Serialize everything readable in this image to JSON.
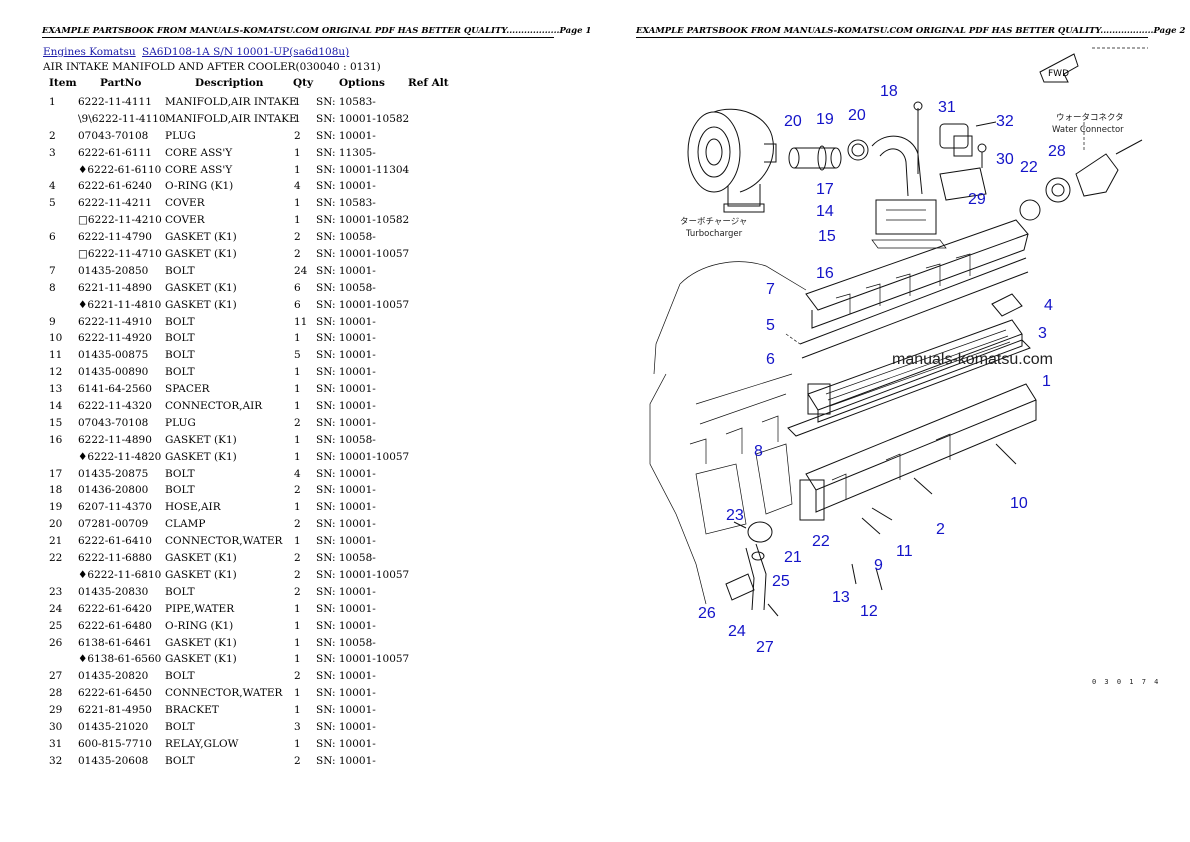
{
  "headers": {
    "page1": "EXAMPLE PARTSBOOK FROM MANUALS-KOMATSU.COM ORIGINAL PDF HAS BETTER QUALITY..................Page 1",
    "page2": "EXAMPLE PARTSBOOK FROM MANUALS-KOMATSU.COM ORIGINAL PDF HAS BETTER QUALITY..................Page 2"
  },
  "breadcrumb": {
    "link1": "Engines Komatsu",
    "link2": "SA6D108-1A S/N 10001-UP(sa6d108u)"
  },
  "section_title": "AIR INTAKE MANIFOLD AND AFTER COOLER(030040 : 0131)",
  "table": {
    "columns": {
      "item": "Item",
      "partno": "PartNo",
      "description": "Description",
      "qty": "Qty",
      "options": "Options",
      "refalt": "Ref Alt"
    },
    "rows": [
      {
        "item": "1",
        "partno": "6222-11-4111",
        "description": "MANIFOLD,AIR INTAKE",
        "qty": "1",
        "options": "SN: 10583-"
      },
      {
        "item": "",
        "partno": "\\9\\6222-11-4110",
        "description": "MANIFOLD,AIR INTAKE",
        "qty": "1",
        "options": "SN: 10001-10582"
      },
      {
        "item": "2",
        "partno": "07043-70108",
        "description": "PLUG",
        "qty": "2",
        "options": "SN: 10001-"
      },
      {
        "item": "3",
        "partno": "6222-61-6111",
        "description": "CORE ASS'Y",
        "qty": "1",
        "options": "SN: 11305-"
      },
      {
        "item": "",
        "partno": "♦6222-61-6110",
        "description": "CORE ASS'Y",
        "qty": "1",
        "options": "SN: 10001-11304"
      },
      {
        "item": "4",
        "partno": "6222-61-6240",
        "description": "O-RING (K1)",
        "qty": "4",
        "options": "SN: 10001-"
      },
      {
        "item": "5",
        "partno": "6222-11-4211",
        "description": "COVER",
        "qty": "1",
        "options": "SN: 10583-"
      },
      {
        "item": "",
        "partno": "□6222-11-4210",
        "description": "COVER",
        "qty": "1",
        "options": "SN: 10001-10582"
      },
      {
        "item": "6",
        "partno": "6222-11-4790",
        "description": "GASKET (K1)",
        "qty": "2",
        "options": "SN: 10058-"
      },
      {
        "item": "",
        "partno": "□6222-11-4710",
        "description": "GASKET (K1)",
        "qty": "2",
        "options": "SN: 10001-10057"
      },
      {
        "item": "7",
        "partno": "01435-20850",
        "description": "BOLT",
        "qty": "24",
        "options": "SN: 10001-"
      },
      {
        "item": "8",
        "partno": "6221-11-4890",
        "description": "GASKET (K1)",
        "qty": "6",
        "options": "SN: 10058-"
      },
      {
        "item": "",
        "partno": "♦6221-11-4810",
        "description": "GASKET (K1)",
        "qty": "6",
        "options": "SN: 10001-10057"
      },
      {
        "item": "9",
        "partno": "6222-11-4910",
        "description": "BOLT",
        "qty": "11",
        "options": "SN: 10001-"
      },
      {
        "item": "10",
        "partno": "6222-11-4920",
        "description": "BOLT",
        "qty": "1",
        "options": "SN: 10001-"
      },
      {
        "item": "11",
        "partno": "01435-00875",
        "description": "BOLT",
        "qty": "5",
        "options": "SN: 10001-"
      },
      {
        "item": "12",
        "partno": "01435-00890",
        "description": "BOLT",
        "qty": "1",
        "options": "SN: 10001-"
      },
      {
        "item": "13",
        "partno": "6141-64-2560",
        "description": "SPACER",
        "qty": "1",
        "options": "SN: 10001-"
      },
      {
        "item": "14",
        "partno": "6222-11-4320",
        "description": "CONNECTOR,AIR",
        "qty": "1",
        "options": "SN: 10001-"
      },
      {
        "item": "15",
        "partno": "07043-70108",
        "description": "PLUG",
        "qty": "2",
        "options": "SN: 10001-"
      },
      {
        "item": "16",
        "partno": "6222-11-4890",
        "description": "GASKET (K1)",
        "qty": "1",
        "options": "SN: 10058-"
      },
      {
        "item": "",
        "partno": "♦6222-11-4820",
        "description": "GASKET (K1)",
        "qty": "1",
        "options": "SN: 10001-10057"
      },
      {
        "item": "17",
        "partno": "01435-20875",
        "description": "BOLT",
        "qty": "4",
        "options": "SN: 10001-"
      },
      {
        "item": "18",
        "partno": "01436-20800",
        "description": "BOLT",
        "qty": "2",
        "options": "SN: 10001-"
      },
      {
        "item": "19",
        "partno": "6207-11-4370",
        "description": "HOSE,AIR",
        "qty": "1",
        "options": "SN: 10001-"
      },
      {
        "item": "20",
        "partno": "07281-00709",
        "description": "CLAMP",
        "qty": "2",
        "options": "SN: 10001-"
      },
      {
        "item": "21",
        "partno": "6222-61-6410",
        "description": "CONNECTOR,WATER",
        "qty": "1",
        "options": "SN: 10001-"
      },
      {
        "item": "22",
        "partno": "6222-11-6880",
        "description": "GASKET (K1)",
        "qty": "2",
        "options": "SN: 10058-"
      },
      {
        "item": "",
        "partno": "♦6222-11-6810",
        "description": "GASKET (K1)",
        "qty": "2",
        "options": "SN: 10001-10057"
      },
      {
        "item": "23",
        "partno": "01435-20830",
        "description": "BOLT",
        "qty": "2",
        "options": "SN: 10001-"
      },
      {
        "item": "24",
        "partno": "6222-61-6420",
        "description": "PIPE,WATER",
        "qty": "1",
        "options": "SN: 10001-"
      },
      {
        "item": "25",
        "partno": "6222-61-6480",
        "description": "O-RING (K1)",
        "qty": "1",
        "options": "SN: 10001-"
      },
      {
        "item": "26",
        "partno": "6138-61-6461",
        "description": "GASKET (K1)",
        "qty": "1",
        "options": "SN: 10058-"
      },
      {
        "item": "",
        "partno": "♦6138-61-6560",
        "description": "GASKET (K1)",
        "qty": "1",
        "options": "SN: 10001-10057"
      },
      {
        "item": "27",
        "partno": "01435-20820",
        "description": "BOLT",
        "qty": "2",
        "options": "SN: 10001-"
      },
      {
        "item": "28",
        "partno": "6222-61-6450",
        "description": "CONNECTOR,WATER",
        "qty": "1",
        "options": "SN: 10001-"
      },
      {
        "item": "29",
        "partno": "6221-81-4950",
        "description": "BRACKET",
        "qty": "1",
        "options": "SN: 10001-"
      },
      {
        "item": "30",
        "partno": "01435-21020",
        "description": "BOLT",
        "qty": "3",
        "options": "SN: 10001-"
      },
      {
        "item": "31",
        "partno": "600-815-7710",
        "description": "RELAY,GLOW",
        "qty": "1",
        "options": "SN: 10001-"
      },
      {
        "item": "32",
        "partno": "01435-20608",
        "description": "BOLT",
        "qty": "2",
        "options": "SN: 10001-"
      }
    ]
  },
  "diagram": {
    "watermark": "manuals-komatsu.com",
    "fwd_label": "FWD",
    "turbo_jp": "ターボチャージャ",
    "turbo_en": "Turbocharger",
    "water_jp": "ウォータコネクタ",
    "water_en": "Water Connector",
    "figure_no": "0 3 0 1 7 4",
    "callouts": [
      "1",
      "2",
      "3",
      "4",
      "5",
      "6",
      "7",
      "8",
      "9",
      "10",
      "11",
      "12",
      "13",
      "14",
      "15",
      "16",
      "17",
      "18",
      "19",
      "20",
      "20",
      "21",
      "22",
      "22",
      "23",
      "24",
      "25",
      "26",
      "27",
      "28",
      "29",
      "30",
      "31",
      "32"
    ]
  }
}
